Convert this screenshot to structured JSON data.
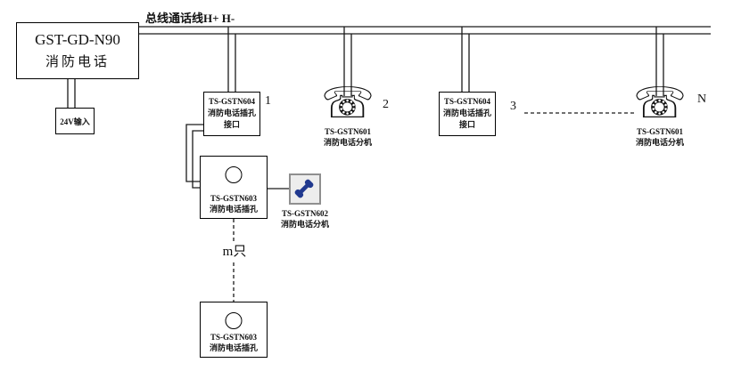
{
  "diagram": {
    "bus_label": "总线通话线H+ H-",
    "controller": {
      "model": "GST-GD-N90",
      "name": "消防电话"
    },
    "power": {
      "label": "24V输入"
    },
    "jack_interfaces": [
      {
        "model": "TS-GSTN604",
        "desc1": "消防电话插孔",
        "desc2": "接口",
        "index": "1"
      },
      {
        "model": "TS-GSTN604",
        "desc1": "消防电话插孔",
        "desc2": "接口",
        "index": "3"
      }
    ],
    "wall_phones": [
      {
        "model": "TS-GSTN601",
        "name": "消防电话分机",
        "index": "2"
      },
      {
        "model": "TS-GSTN601",
        "name": "消防电话分机",
        "index": "N"
      }
    ],
    "jacks": [
      {
        "model": "TS-GSTN603",
        "name": "消防电话插孔"
      },
      {
        "model": "TS-GSTN603",
        "name": "消防电话插孔"
      }
    ],
    "handset": {
      "model": "TS-GSTN602",
      "name": "消防电话分机"
    },
    "repeat_label": "m只",
    "icons": {
      "telephone_glyph": "☏"
    },
    "colors": {
      "line": "#1a1a1a",
      "handset_icon": "#21398f",
      "icon_box_border": "#8f8f8f"
    }
  }
}
